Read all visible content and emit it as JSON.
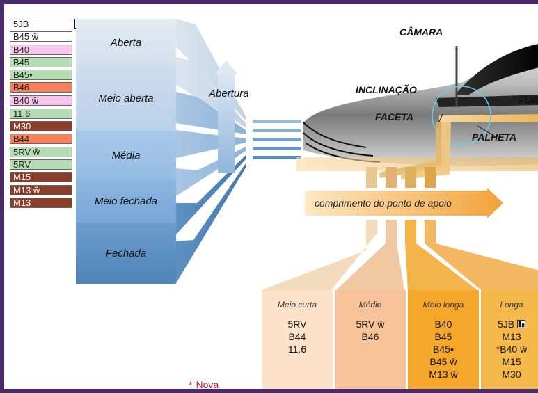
{
  "codes": [
    "5JB",
    "B45 ŵ",
    "B40",
    "B45",
    "B45•",
    "B46",
    "B40 ŵ",
    "11.6",
    "M30",
    "B44",
    "5RV ŵ",
    "5RV",
    "M15",
    "M13 ŵ",
    "M13"
  ],
  "openings": [
    "Aberta",
    "Meio aberta",
    "Média",
    "Meio fechada",
    "Fechada"
  ],
  "labels": {
    "abertura": "Abertura",
    "camara": "CÂMARA",
    "inclinacao": "INCLINAÇÃO",
    "faceta": "FACETA",
    "palheta": "PALHETA",
    "furo": "FUR",
    "comprimento": "comprimento do ponto de apoio",
    "nova": "Nova"
  },
  "columns": [
    {
      "head": "Meio curta",
      "items": [
        "5RV",
        "B44",
        "11.6"
      ]
    },
    {
      "head": "Médio",
      "items": [
        "5RV ŵ",
        "B46"
      ]
    },
    {
      "head": "Meio longa",
      "items": [
        "B40",
        "B45",
        "B45•",
        "B45 ŵ",
        "M13 ŵ"
      ]
    },
    {
      "head": "Longa",
      "items": [
        "5JB",
        "M13",
        "B40 ŵ",
        "M15",
        "M30"
      ]
    }
  ],
  "colors": {
    "frame": "#4a2a6a",
    "nova_star": "#c8102e",
    "longa_bg": "#f5b84a"
  }
}
